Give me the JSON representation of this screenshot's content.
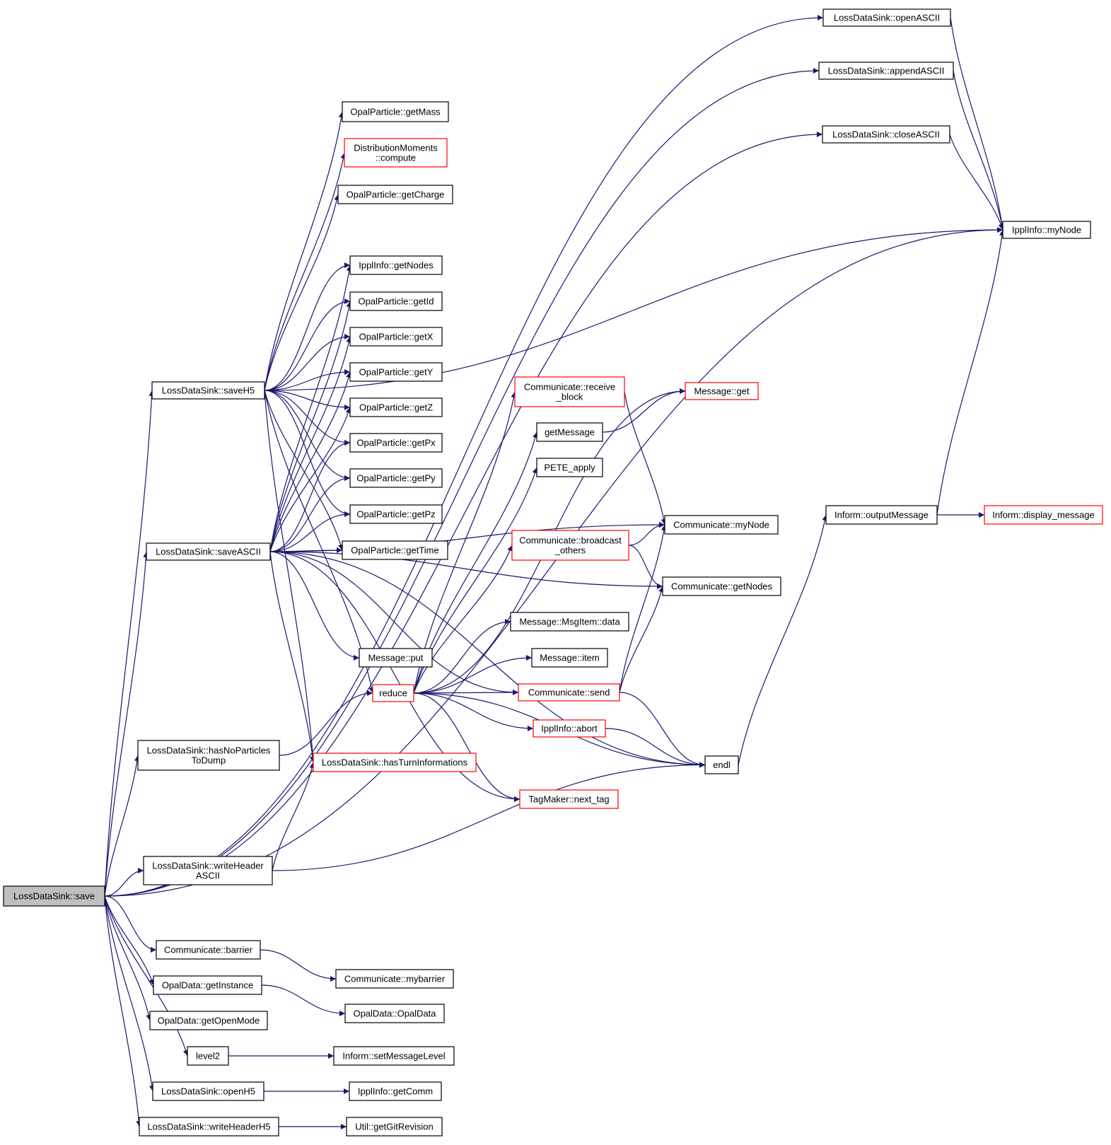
{
  "diagram": {
    "nodes": [
      {
        "id": "save",
        "lines": [
          "LossDataSink::save"
        ],
        "style": "root"
      },
      {
        "id": "openASCII",
        "lines": [
          "LossDataSink::openASCII"
        ],
        "style": "normal"
      },
      {
        "id": "appendASCII",
        "lines": [
          "LossDataSink::appendASCII"
        ],
        "style": "normal"
      },
      {
        "id": "closeASCII",
        "lines": [
          "LossDataSink::closeASCII"
        ],
        "style": "normal"
      },
      {
        "id": "ippl_myNode",
        "lines": [
          "IpplInfo::myNode"
        ],
        "style": "normal"
      },
      {
        "id": "getMass",
        "lines": [
          "OpalParticle::getMass"
        ],
        "style": "normal"
      },
      {
        "id": "dmCompute",
        "lines": [
          "DistributionMoments",
          "::compute"
        ],
        "style": "red"
      },
      {
        "id": "getCharge",
        "lines": [
          "OpalParticle::getCharge"
        ],
        "style": "normal"
      },
      {
        "id": "ippl_getNodes",
        "lines": [
          "IpplInfo::getNodes"
        ],
        "style": "normal"
      },
      {
        "id": "getId",
        "lines": [
          "OpalParticle::getId"
        ],
        "style": "normal"
      },
      {
        "id": "getX",
        "lines": [
          "OpalParticle::getX"
        ],
        "style": "normal"
      },
      {
        "id": "getY",
        "lines": [
          "OpalParticle::getY"
        ],
        "style": "normal"
      },
      {
        "id": "getZ",
        "lines": [
          "OpalParticle::getZ"
        ],
        "style": "normal"
      },
      {
        "id": "getPx",
        "lines": [
          "OpalParticle::getPx"
        ],
        "style": "normal"
      },
      {
        "id": "getPy",
        "lines": [
          "OpalParticle::getPy"
        ],
        "style": "normal"
      },
      {
        "id": "getPz",
        "lines": [
          "OpalParticle::getPz"
        ],
        "style": "normal"
      },
      {
        "id": "getTime",
        "lines": [
          "OpalParticle::getTime"
        ],
        "style": "normal"
      },
      {
        "id": "saveH5",
        "lines": [
          "LossDataSink::saveH5"
        ],
        "style": "normal"
      },
      {
        "id": "saveASCII",
        "lines": [
          "LossDataSink::saveASCII"
        ],
        "style": "normal"
      },
      {
        "id": "msgPut",
        "lines": [
          "Message::put"
        ],
        "style": "normal"
      },
      {
        "id": "reduce",
        "lines": [
          "reduce"
        ],
        "style": "red"
      },
      {
        "id": "receiveBlock",
        "lines": [
          "Communicate::receive",
          "_block"
        ],
        "style": "red"
      },
      {
        "id": "getMessage",
        "lines": [
          "getMessage"
        ],
        "style": "normal"
      },
      {
        "id": "peteApply",
        "lines": [
          "PETE_apply"
        ],
        "style": "normal"
      },
      {
        "id": "broadcastOthers",
        "lines": [
          "Communicate::broadcast",
          "_others"
        ],
        "style": "red"
      },
      {
        "id": "msgGet",
        "lines": [
          "Message::get"
        ],
        "style": "red"
      },
      {
        "id": "comm_myNode",
        "lines": [
          "Communicate::myNode"
        ],
        "style": "normal"
      },
      {
        "id": "comm_getNodes",
        "lines": [
          "Communicate::getNodes"
        ],
        "style": "normal"
      },
      {
        "id": "msgItemData",
        "lines": [
          "Message::MsgItem::data"
        ],
        "style": "normal"
      },
      {
        "id": "msgItem",
        "lines": [
          "Message::item"
        ],
        "style": "normal"
      },
      {
        "id": "commSend",
        "lines": [
          "Communicate::send"
        ],
        "style": "red"
      },
      {
        "id": "ipplAbort",
        "lines": [
          "IpplInfo::abort"
        ],
        "style": "red"
      },
      {
        "id": "endl",
        "lines": [
          "endl"
        ],
        "style": "normal"
      },
      {
        "id": "nextTag",
        "lines": [
          "TagMaker::next_tag"
        ],
        "style": "red"
      },
      {
        "id": "hasNoParticles",
        "lines": [
          "LossDataSink::hasNoParticles",
          "ToDump"
        ],
        "style": "normal"
      },
      {
        "id": "hasTurnInfo",
        "lines": [
          "LossDataSink::hasTurnInformations"
        ],
        "style": "red"
      },
      {
        "id": "writeHeaderASCII",
        "lines": [
          "LossDataSink::writeHeader",
          "ASCII"
        ],
        "style": "normal"
      },
      {
        "id": "outputMessage",
        "lines": [
          "Inform::outputMessage"
        ],
        "style": "normal"
      },
      {
        "id": "displayMessage",
        "lines": [
          "Inform::display_message"
        ],
        "style": "red"
      },
      {
        "id": "barrier",
        "lines": [
          "Communicate::barrier"
        ],
        "style": "normal"
      },
      {
        "id": "mybarrier",
        "lines": [
          "Communicate::mybarrier"
        ],
        "style": "normal"
      },
      {
        "id": "getInstance",
        "lines": [
          "OpalData::getInstance"
        ],
        "style": "normal"
      },
      {
        "id": "opalData",
        "lines": [
          "OpalData::OpalData"
        ],
        "style": "normal"
      },
      {
        "id": "getOpenMode",
        "lines": [
          "OpalData::getOpenMode"
        ],
        "style": "normal"
      },
      {
        "id": "level2",
        "lines": [
          "level2"
        ],
        "style": "normal"
      },
      {
        "id": "setMessageLevel",
        "lines": [
          "Inform::setMessageLevel"
        ],
        "style": "normal"
      },
      {
        "id": "openH5",
        "lines": [
          "LossDataSink::openH5"
        ],
        "style": "normal"
      },
      {
        "id": "getComm",
        "lines": [
          "IpplInfo::getComm"
        ],
        "style": "normal"
      },
      {
        "id": "writeHeaderH5",
        "lines": [
          "LossDataSink::writeHeaderH5"
        ],
        "style": "normal"
      },
      {
        "id": "getGitRevision",
        "lines": [
          "Util::getGitRevision"
        ],
        "style": "normal"
      }
    ],
    "edges": [
      [
        "save",
        "openASCII"
      ],
      [
        "save",
        "appendASCII"
      ],
      [
        "save",
        "closeASCII"
      ],
      [
        "save",
        "saveH5"
      ],
      [
        "save",
        "saveASCII"
      ],
      [
        "save",
        "hasNoParticles"
      ],
      [
        "save",
        "writeHeaderASCII"
      ],
      [
        "save",
        "ippl_myNode"
      ],
      [
        "save",
        "barrier"
      ],
      [
        "save",
        "getInstance"
      ],
      [
        "save",
        "getOpenMode"
      ],
      [
        "save",
        "level2"
      ],
      [
        "save",
        "openH5"
      ],
      [
        "save",
        "writeHeaderH5"
      ],
      [
        "openASCII",
        "ippl_myNode"
      ],
      [
        "appendASCII",
        "ippl_myNode"
      ],
      [
        "closeASCII",
        "ippl_myNode"
      ],
      [
        "saveH5",
        "getMass"
      ],
      [
        "saveH5",
        "dmCompute"
      ],
      [
        "saveH5",
        "getCharge"
      ],
      [
        "saveH5",
        "ippl_myNode"
      ],
      [
        "saveH5",
        "ippl_getNodes"
      ],
      [
        "saveH5",
        "getId"
      ],
      [
        "saveH5",
        "getX"
      ],
      [
        "saveH5",
        "getY"
      ],
      [
        "saveH5",
        "getZ"
      ],
      [
        "saveH5",
        "getPx"
      ],
      [
        "saveH5",
        "getPy"
      ],
      [
        "saveH5",
        "getPz"
      ],
      [
        "saveH5",
        "getTime"
      ],
      [
        "saveH5",
        "reduce"
      ],
      [
        "saveH5",
        "hasTurnInfo"
      ],
      [
        "saveASCII",
        "ippl_getNodes"
      ],
      [
        "saveASCII",
        "getId"
      ],
      [
        "saveASCII",
        "getX"
      ],
      [
        "saveASCII",
        "getY"
      ],
      [
        "saveASCII",
        "getZ"
      ],
      [
        "saveASCII",
        "getPx"
      ],
      [
        "saveASCII",
        "getPy"
      ],
      [
        "saveASCII",
        "getPz"
      ],
      [
        "saveASCII",
        "getTime"
      ],
      [
        "saveASCII",
        "msgPut"
      ],
      [
        "saveASCII",
        "comm_myNode"
      ],
      [
        "saveASCII",
        "comm_getNodes"
      ],
      [
        "saveASCII",
        "commSend"
      ],
      [
        "saveASCII",
        "hasTurnInfo"
      ],
      [
        "saveASCII",
        "nextTag"
      ],
      [
        "saveASCII",
        "endl"
      ],
      [
        "hasNoParticles",
        "reduce"
      ],
      [
        "reduce",
        "receiveBlock"
      ],
      [
        "reduce",
        "getMessage"
      ],
      [
        "reduce",
        "peteApply"
      ],
      [
        "reduce",
        "broadcastOthers"
      ],
      [
        "reduce",
        "msgGet"
      ],
      [
        "reduce",
        "msgItemData"
      ],
      [
        "reduce",
        "msgItem"
      ],
      [
        "reduce",
        "commSend"
      ],
      [
        "reduce",
        "ipplAbort"
      ],
      [
        "reduce",
        "endl"
      ],
      [
        "reduce",
        "nextTag"
      ],
      [
        "receiveBlock",
        "comm_myNode"
      ],
      [
        "getMessage",
        "msgGet"
      ],
      [
        "broadcastOthers",
        "comm_myNode"
      ],
      [
        "broadcastOthers",
        "comm_getNodes"
      ],
      [
        "commSend",
        "comm_myNode"
      ],
      [
        "commSend",
        "comm_getNodes"
      ],
      [
        "commSend",
        "endl"
      ],
      [
        "ipplAbort",
        "endl"
      ],
      [
        "endl",
        "outputMessage"
      ],
      [
        "outputMessage",
        "ippl_myNode"
      ],
      [
        "outputMessage",
        "displayMessage"
      ],
      [
        "writeHeaderASCII",
        "hasTurnInfo"
      ],
      [
        "writeHeaderASCII",
        "endl"
      ],
      [
        "barrier",
        "mybarrier"
      ],
      [
        "getInstance",
        "opalData"
      ],
      [
        "level2",
        "setMessageLevel"
      ],
      [
        "openH5",
        "getComm"
      ],
      [
        "writeHeaderH5",
        "getGitRevision"
      ]
    ]
  }
}
